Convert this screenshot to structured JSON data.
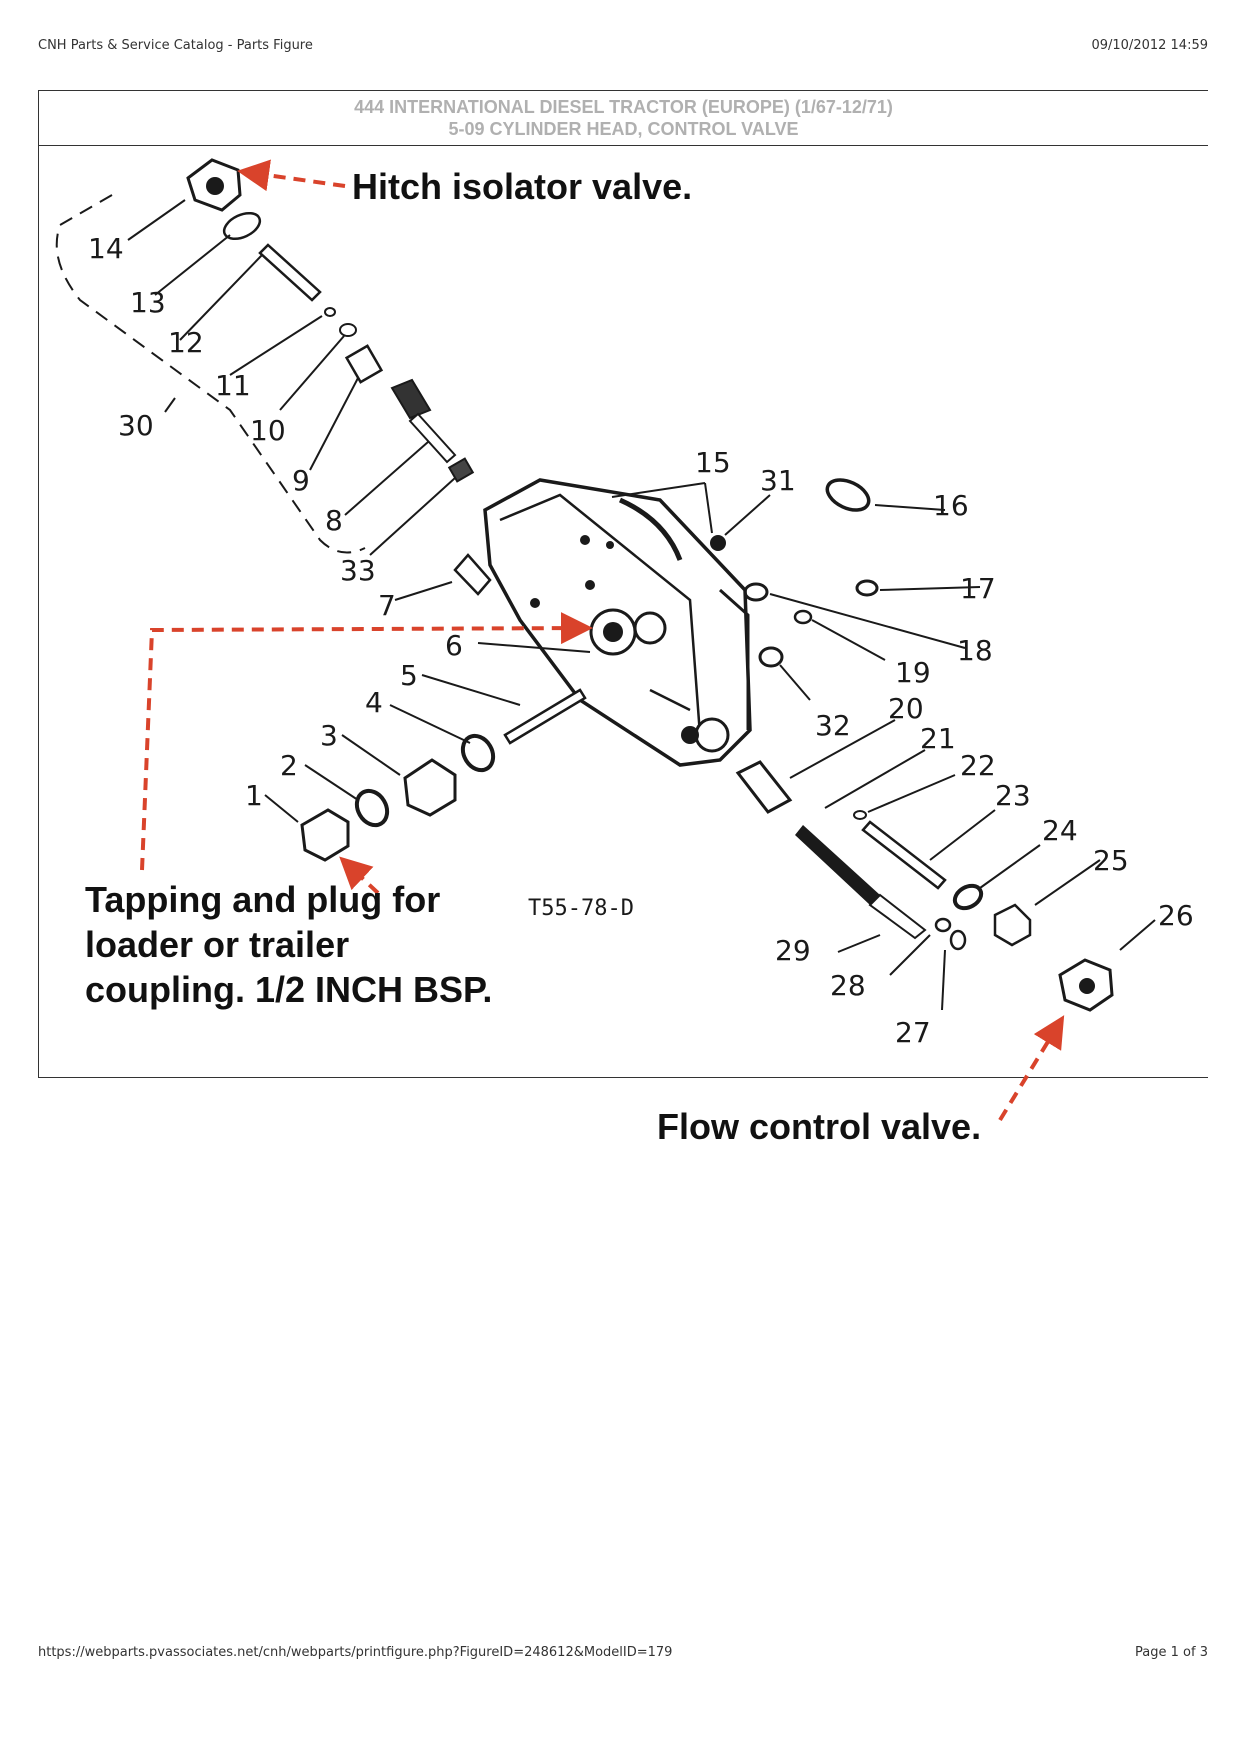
{
  "header": {
    "doc_title": "CNH Parts & Service Catalog - Parts Figure",
    "datetime": "09/10/2012 14:59"
  },
  "figure": {
    "title_line1": "444 INTERNATIONAL DIESEL TRACTOR (EUROPE) (1/67-12/71)",
    "title_line2": "5-09 CYLINDER HEAD, CONTROL VALVE",
    "drawing_code": "T55-78-D",
    "part_numbers": [
      "1",
      "2",
      "3",
      "4",
      "5",
      "6",
      "7",
      "8",
      "9",
      "10",
      "11",
      "12",
      "13",
      "14",
      "15",
      "16",
      "17",
      "18",
      "19",
      "20",
      "21",
      "22",
      "23",
      "24",
      "25",
      "26",
      "27",
      "28",
      "29",
      "30",
      "31",
      "32",
      "33"
    ]
  },
  "annotations": {
    "hitch": "Hitch isolator valve.",
    "tapping_line1": "Tapping and plug for",
    "tapping_line2": "loader or trailer",
    "tapping_line3": "coupling. 1/2 INCH BSP.",
    "flow": "Flow control valve."
  },
  "colors": {
    "arrow": "#d9432b",
    "ink": "#1a1a1a",
    "title_gray": "#b0b0b0"
  },
  "footer": {
    "url": "https://webparts.pvassociates.net/cnh/webparts/printfigure.php?FigureID=248612&ModelID=179",
    "page": "Page 1 of 3"
  }
}
